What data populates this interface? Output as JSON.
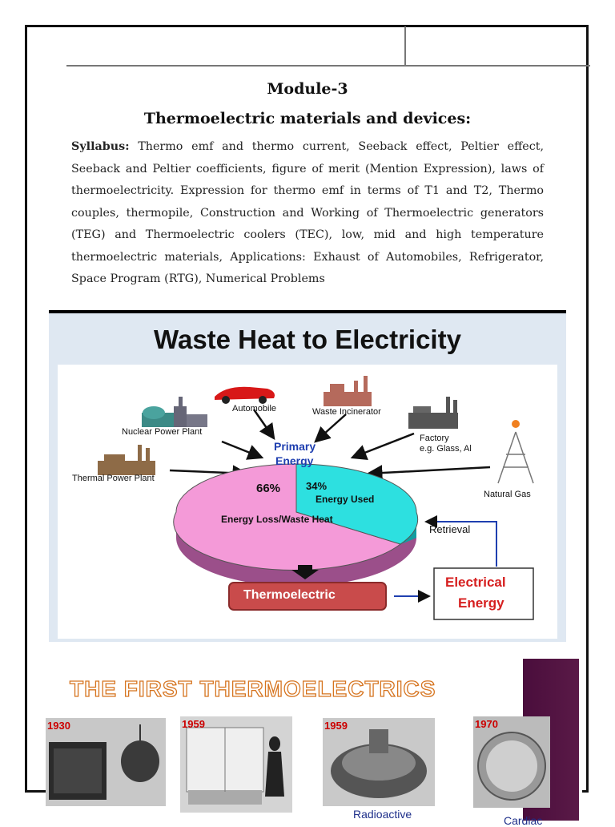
{
  "header": {
    "module_title": "Module-3",
    "chapter_title": "Thermoelectric materials and devices:"
  },
  "syllabus": {
    "label": "Syllabus:",
    "text": " Thermo emf and thermo current, Seeback effect, Peltier effect, Seeback and Peltier coefficients, figure of merit (Mention Expression), laws of thermoelectricity. Expression for thermo emf in terms of T1 and T2, Thermo couples, thermopile, Construction and Working of Thermoelectric generators (TEG) and Thermoelectric coolers (TEC), low, mid and high temperature thermoelectric materials, Applications: Exhaust of Automobiles, Refrigerator, Space Program (RTG), Numerical Problems"
  },
  "figure1": {
    "title": "Waste Heat to Electricity",
    "sources": {
      "nuclear": "Nuclear Power Plant",
      "automobile": "Automobile",
      "incinerator": "Waste Incinerator",
      "factory_line1": "Factory",
      "factory_line2": "e.g. Glass, Al",
      "thermal": "Thermal Power Plant",
      "gas": "Natural Gas"
    },
    "primary_line1": "Primary",
    "primary_line2": "Energy",
    "pie": {
      "loss_percent": "66%",
      "used_percent": "34%",
      "used_label": "Energy Used",
      "loss_label": "Energy Loss/Waste Heat"
    },
    "retrieval": "Retrieval",
    "thermoelectric": "Thermoelectric",
    "electrical_line1": "Electrical",
    "electrical_line2": "Energy",
    "colors": {
      "loss": "#f49ad8",
      "used": "#2de0e0",
      "side": "#9b4f8a",
      "thermo_box": "#c94b4b",
      "electrical_text": "#d61f1f",
      "primary_text": "#1f3fb0"
    }
  },
  "figure2": {
    "title": "THE FIRST THERMOELECTRICS",
    "items": [
      {
        "year": "1930"
      },
      {
        "year": "1959"
      },
      {
        "year": "1959"
      },
      {
        "year": "1970"
      }
    ],
    "caption_radioactive": "Radioactive",
    "caption_cardiac": "Cardiac"
  }
}
